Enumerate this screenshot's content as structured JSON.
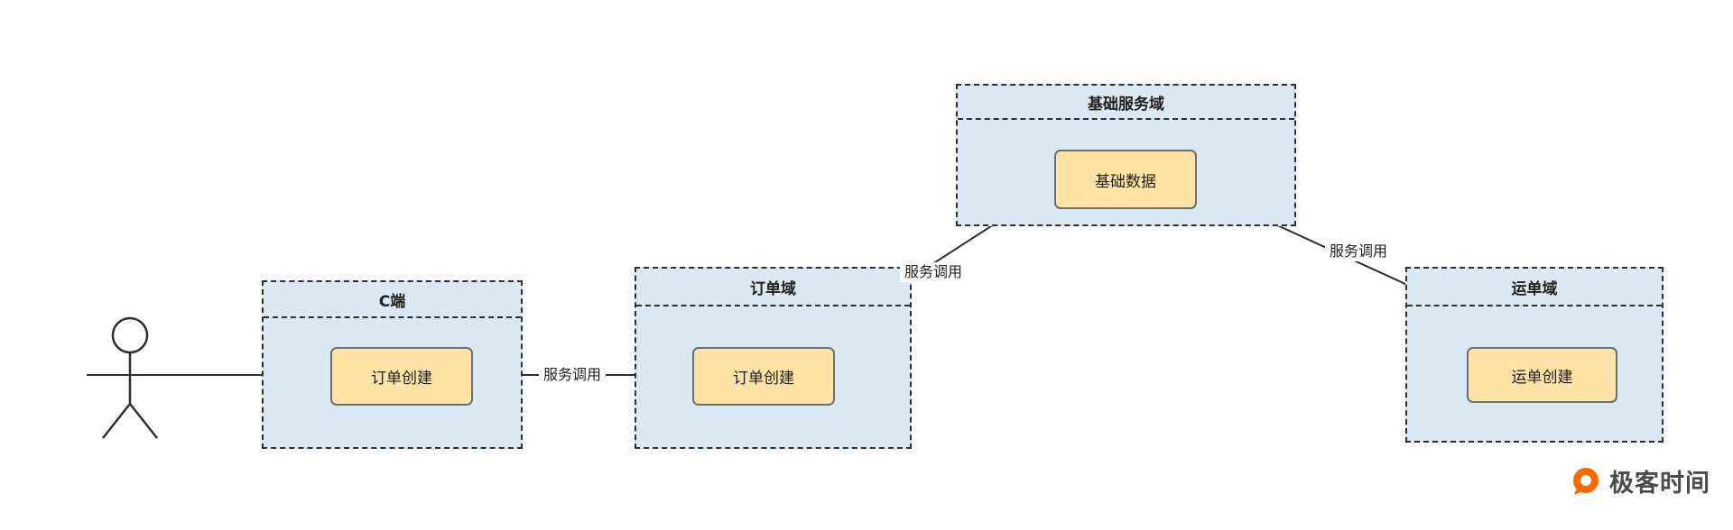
{
  "diagram": {
    "containers": [
      {
        "title": "C端",
        "box_label": "订单创建"
      },
      {
        "title": "订单域",
        "box_label": "订单创建"
      },
      {
        "title": "基础服务域",
        "box_label": "基础数据"
      },
      {
        "title": "运单域",
        "box_label": "运单创建"
      }
    ],
    "edge_labels": {
      "client_to_order": "服务调用",
      "order_to_base": "服务调用",
      "waybill_to_base": "服务调用"
    },
    "icons": {
      "actor": "stick-figure-person",
      "logo_mark": "geektime-circle-mark"
    },
    "colors": {
      "frame_fill": "#d9e8f3",
      "frame_border": "#2e2e2e",
      "node_fill": "#ffe2a6",
      "node_border": "#6e6e6e",
      "arrow": "#2e2e2e",
      "logo_orange": "#ff6a00"
    }
  },
  "branding": {
    "logo_text": "极客时间"
  }
}
